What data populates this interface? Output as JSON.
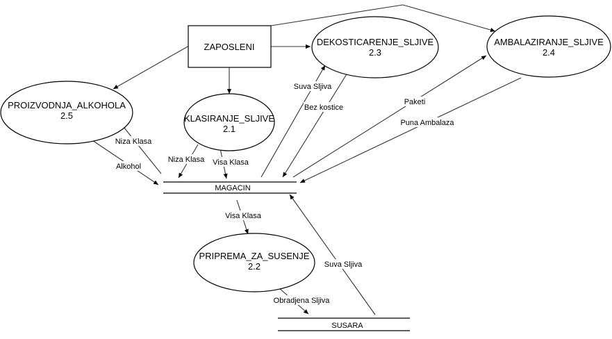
{
  "entity": {
    "name": "ZAPOSLENI"
  },
  "processes": {
    "p21": {
      "name": "KLASIRANJE_SLJIVE",
      "number": "2.1"
    },
    "p22": {
      "name": "PRIPREMA_ZA_SUSENJE",
      "number": "2.2"
    },
    "p23": {
      "name": "DEKOSTICARENJE_SLJIVE",
      "number": "2.3"
    },
    "p24": {
      "name": "AMBALAZIRANJE_SLJIVE",
      "number": "2.4"
    },
    "p25": {
      "name": "PROIZVODNJA_ALKOHOLA",
      "number": "2.5"
    }
  },
  "stores": {
    "magacin": {
      "name": "MAGACIN"
    },
    "susara": {
      "name": "SUSARA"
    }
  },
  "flows": {
    "niza_klasa_to_25": "Niza Klasa",
    "alkohol": "Alkohol",
    "niza_klasa_21": "Niza Klasa",
    "visa_klasa_21": "Visa Klasa",
    "suva_sljiva_23": "Suva Sljiva",
    "bez_kostice": "Bez kostice",
    "paketi": "Paketi",
    "puna_ambalaza": "Puna Ambalaza",
    "visa_klasa_22": "Visa Klasa",
    "obradjena_sljiva": "Obradjena Sljiva",
    "suva_sljiva_susara": "Suva Sljiva"
  }
}
